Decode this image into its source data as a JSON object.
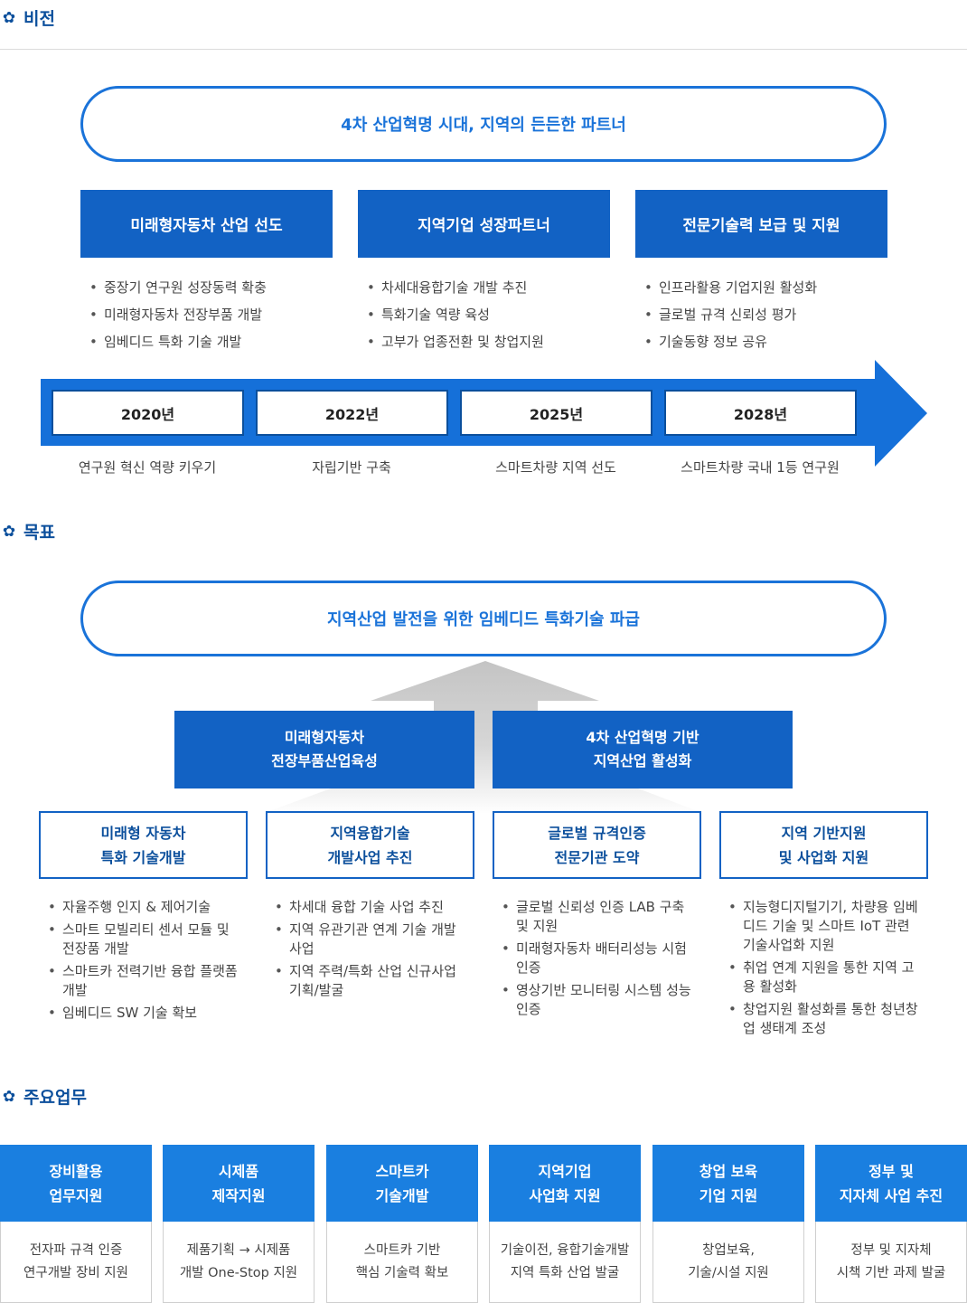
{
  "sections": {
    "vision_title": "비전",
    "goal_title": "목표",
    "tasks_title": "주요업무"
  },
  "vision": {
    "slogan": "4차 산업혁명 시대, 지역의 든든한 파트너",
    "pillars": [
      {
        "title": "미래형자동차 산업 선도",
        "items": [
          "중장기 연구원 성장동력 확충",
          "미래형자동차 전장부품 개발",
          "임베디드 특화 기술 개발"
        ]
      },
      {
        "title": "지역기업 성장파트너",
        "items": [
          "차세대융합기술 개발 추진",
          "특화기술 역량 육성",
          "고부가 업종전환 및 창업지원"
        ]
      },
      {
        "title": "전문기술력 보급 및 지원",
        "items": [
          "인프라활용 기업지원 활성화",
          "글로벌 규격 신뢰성 평가",
          "기술동향 정보 공유"
        ]
      }
    ],
    "timeline": [
      {
        "year": "2020년",
        "caption": "연구원 혁신 역량 키우기"
      },
      {
        "year": "2022년",
        "caption": "자립기반 구축"
      },
      {
        "year": "2025년",
        "caption": "스마트차량 지역 선도"
      },
      {
        "year": "2028년",
        "caption": "스마트차량 국내 1등 연구원"
      }
    ]
  },
  "goal": {
    "slogan": "지역산업 발전을 위한 임베디드 특화기술 파급",
    "upper": [
      {
        "line1": "미래형자동차",
        "line2": "전장부품산업육성"
      },
      {
        "line1": "4차 산업혁명 기반",
        "line2": "지역산업 활성화"
      }
    ],
    "strategies": [
      {
        "line1": "미래형 자동차",
        "line2": "특화 기술개발",
        "items": [
          "자율주행 인지 & 제어기술",
          "스마트 모빌리티 센서 모듈 및 전장품 개발",
          "스마트카 전력기반 융합 플랫폼 개발",
          "임베디드 SW 기술 확보"
        ]
      },
      {
        "line1": "지역융합기술",
        "line2": "개발사업 추진",
        "items": [
          "차세대 융합 기술 사업 추진",
          "지역 유관기관 연계 기술 개발 사업",
          "지역 주력/특화 산업 신규사업 기획/발굴"
        ]
      },
      {
        "line1": "글로벌 규격인증",
        "line2": "전문기관 도약",
        "items": [
          "글로벌 신뢰성 인증 LAB 구축 및 지원",
          "미래형자동차 배터리성능 시험 인증",
          "영상기반 모니터링 시스템 성능 인증"
        ]
      },
      {
        "line1": "지역 기반지원",
        "line2": "및 사업화 지원",
        "items": [
          "지능형디지털기기, 차량용 임베디드 기술 및 스마트 IoT 관련 기술사업화 지원",
          "취업 연계 지원을 통한 지역 고용 활성화",
          "창업지원 활성화를 통한 청년창업 생태계 조성"
        ]
      }
    ]
  },
  "tasks": [
    {
      "head1": "장비활용",
      "head2": "업무지원",
      "body1": "전자파 규격 인증",
      "body2": "연구개발 장비 지원"
    },
    {
      "head1": "시제품",
      "head2": "제작지원",
      "body1": "제품기획 → 시제품",
      "body2": "개발 One-Stop 지원"
    },
    {
      "head1": "스마트카",
      "head2": "기술개발",
      "body1": "스마트카 기반",
      "body2": "핵심 기술력 확보"
    },
    {
      "head1": "지역기업",
      "head2": "사업화 지원",
      "body1": "기술이전, 융합기술개발",
      "body2": "지역 특화 산업 발굴"
    },
    {
      "head1": "창업 보육",
      "head2": "기업 지원",
      "body1": "창업보육,",
      "body2": "기술/시설 지원"
    },
    {
      "head1": "정부 및",
      "head2": "지자체 사업 추진",
      "body1": "정부 및 지자체",
      "body2": "시책 기반 과제 발굴"
    }
  ],
  "colors": {
    "primary": "#1262c4",
    "accent": "#1a73d9",
    "arrow": "#1570d9",
    "task_head": "#1a7fe0"
  }
}
